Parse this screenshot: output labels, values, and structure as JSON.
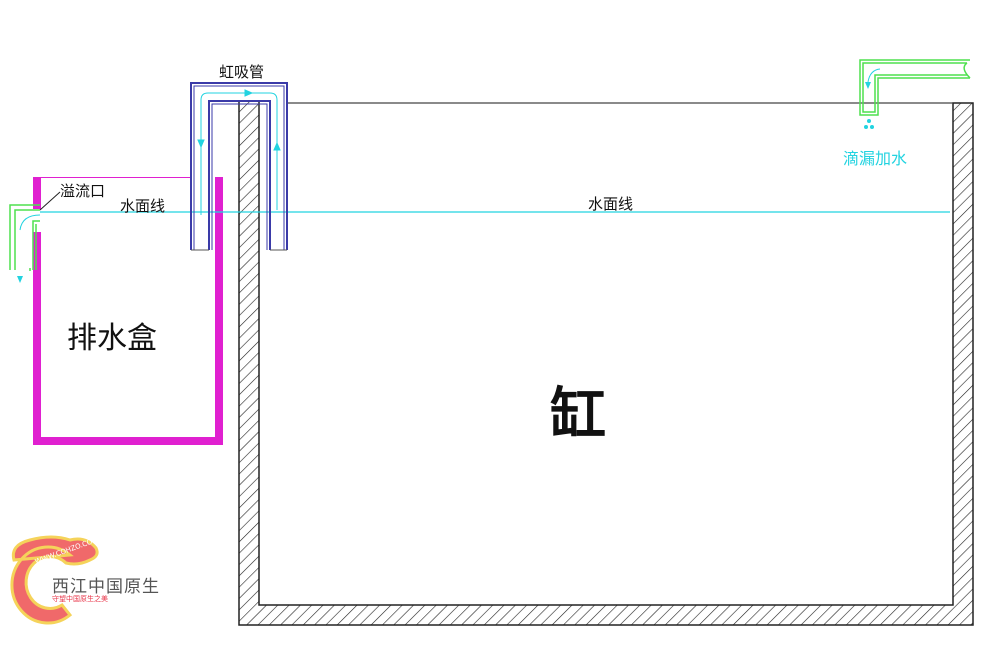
{
  "labels": {
    "siphon": "虹吸管",
    "overflow": "溢流口",
    "water_line_left": "水面线",
    "water_line_right": "水面线",
    "drain_box": "排水盒",
    "tank": "缸",
    "drip_refill": "滴漏加水"
  },
  "logo": {
    "url": "WWW.COHZO.COM",
    "name": "西江中国原生",
    "slogan": "守望中国原生之美"
  },
  "colors": {
    "siphon": "#3a3aa8",
    "drain_box": "#e020d0",
    "water": "#22d3e0",
    "pipe": "#4ee04e",
    "wall": "#333333"
  }
}
